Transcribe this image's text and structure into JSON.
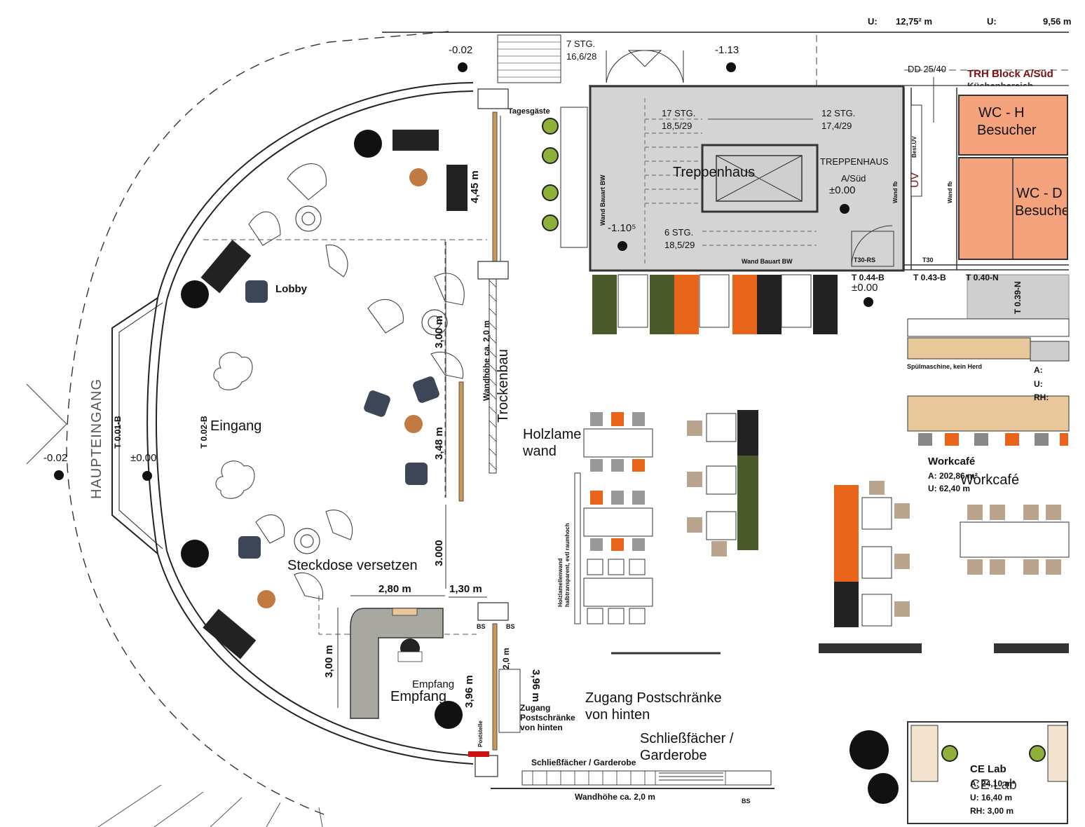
{
  "labels": {
    "u_left": "U:",
    "u_left_val": "12,75² m",
    "u_right": "U:",
    "u_right_val": "9,56 m",
    "stg7": "7 STG.",
    "stg7_ratio": "16,6/28",
    "lvl_top_left": "-0.02",
    "lvl_top_mid": "-1.13",
    "dd": "DD 25/40",
    "trh_block": "TRH Block A/Süd",
    "kuechenbereich": "Küchenbereich",
    "wc_h_1": "WC - H",
    "wc_h_2": "Besucher",
    "wc_d_1": "WC - D",
    "wc_d_2": "Besucher",
    "tagesgaeste": "Tagesgäste",
    "stg17": "17 STG.",
    "stg17_ratio": "18,5/29",
    "stg12": "12 STG.",
    "stg12_ratio": "17,4/29",
    "treppenhaus": "Treppenhaus",
    "treppenhaus_caps": "TREPPENHAUS",
    "a_sued": "A/Süd",
    "lvl_treppe": "±0.00",
    "lvl_1105": "-1.10⁵",
    "stg6": "6 STG.",
    "stg6_ratio": "18,5/29",
    "wand_bauart_v": "Wand Bauart BW",
    "wand_bauart_h": "Wand Bauart BW",
    "best_uv": "Best.UV",
    "uv": "UV",
    "wand_fb_1": "Wand fb",
    "wand_fb_2": "Wand fb",
    "t30rs": "T30-RS",
    "t30": "T30",
    "t044b": "T 0.44-B",
    "t043b": "T 0.43-B",
    "t040n": "T 0.40-N",
    "t039n": "T 0.39-N",
    "lvl_t044": "±0.00",
    "dim_445": "4,45 m",
    "dim_300m_a": "3,00 m",
    "dim_348": "3,48 m",
    "dim_3000": "3.000",
    "dim_280": "2,80 m",
    "dim_130": "1,30 m",
    "dim_300m_b": "3,00 m",
    "dim_396_a": "3,96 m",
    "dim_396_b": "3,96 m",
    "dim_20": "2,0 m",
    "wandhoehe_v": "Wandhöhe ca. 2,0 m",
    "trockenbau": "Trockenbau",
    "lobby": "Lobby",
    "haupteingang": "HAUPTEINGANG",
    "t001b": "T 0.01-B",
    "t002b": "T 0.02-B",
    "eingang": "Eingang",
    "lvl_outside": "-0.02",
    "lvl_eingang": "±0.00",
    "steckdose": "Steckdose versetzen",
    "empfang_small": "Empfang",
    "empfang_big": "Empfang",
    "holzlame": "Holzlame",
    "wand": "wand",
    "holzlamellenwand_1": "Holzlamellenwand",
    "holzlamellenwand_2": "halbtransparent, evtl raumhoch",
    "spuelmaschine": "Spülmaschine, kein Herd",
    "kit_a": "A:",
    "kit_u": "U:",
    "kit_rh": "RH:",
    "workcafe": "Workcafé",
    "workcafe_a": "A: 202,86 m²",
    "workcafe_u": "U:  62,40 m",
    "workcafe_big": "Workcafé",
    "zugang_1": "Zugang Postschränke",
    "zugang_2": "von hinten",
    "zugang_small_1": "Zugang",
    "zugang_small_2": "Postschränke",
    "zugang_small_3": "von hinten",
    "schliess_1": "Schließfächer /",
    "schliess_2": "Garderobe",
    "schliess_small": "Schließfächer / Garderobe",
    "wandhoehe_h": "Wandhöhe ca. 2,0 m",
    "bs1": "BS",
    "bs2": "BS",
    "bs3": "BS",
    "poststelle": "Poststelle",
    "ce_lab": "CE Lab",
    "ce_lab_a": "A: 24,10 m²",
    "ce_lab_u": "U: 16,40 m",
    "ce_lab_rh": "RH: 3,00 m",
    "ce_lab_big": "CE Lab"
  },
  "colors": {
    "stair_fill": "#d4d4d4",
    "wc_fill": "#f4a37c",
    "wood": "#c79a5a",
    "olive": "#4a5a2a",
    "orange": "#e8641b",
    "black_furn": "#222222",
    "chair_green": "#8fb03a",
    "chair_navy": "#3c4656",
    "chair_tan": "#b9a48e",
    "red_accent": "#7a1010"
  }
}
